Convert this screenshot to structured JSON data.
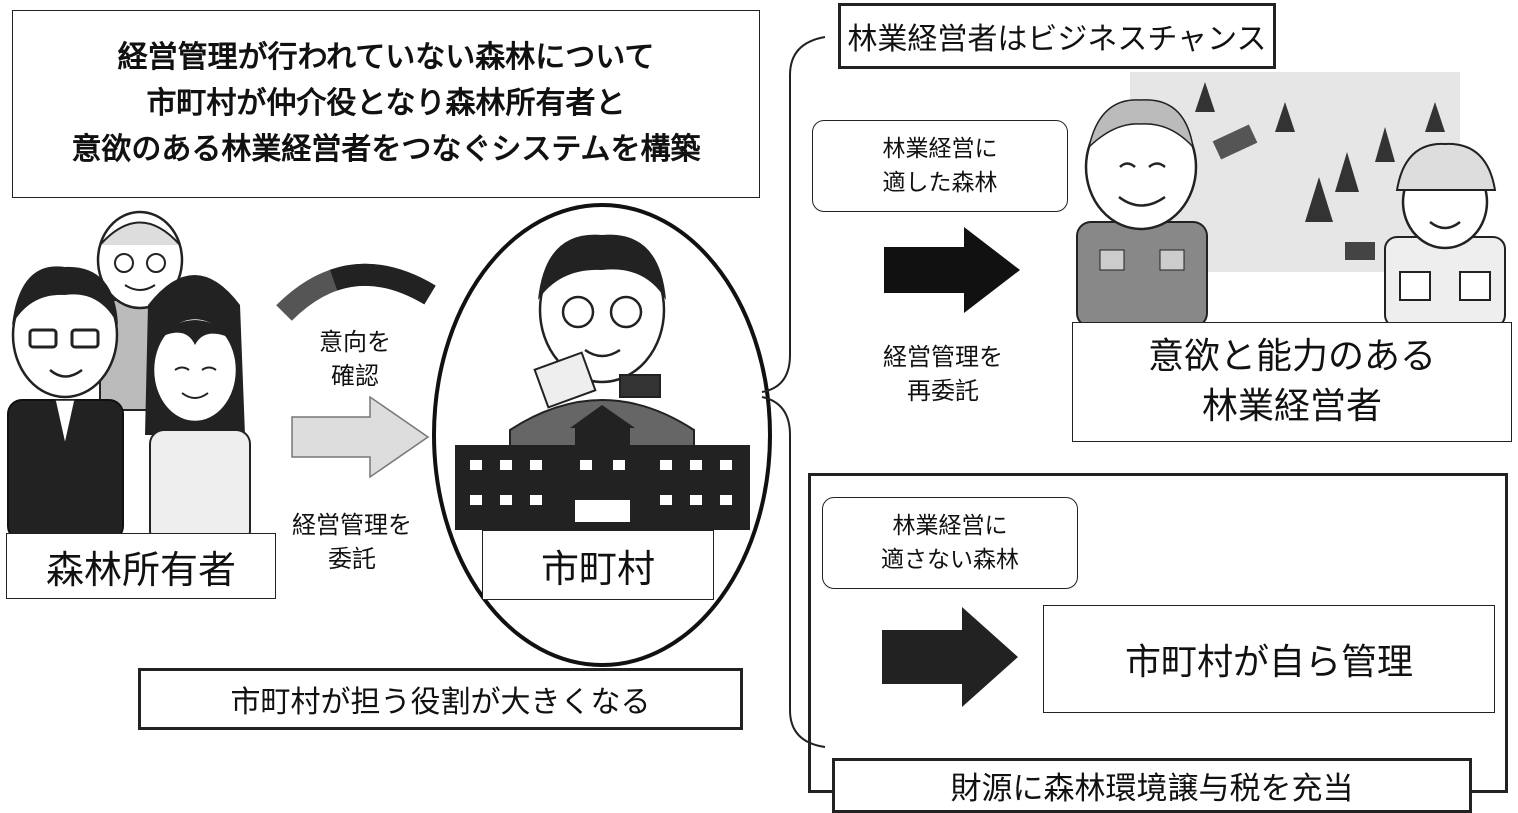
{
  "intro_lines": [
    "経営管理が行われていない森林について",
    "市町村が仲介役となり森林所有者と",
    "意欲のある林業経営者をつなぐシステムを構築"
  ],
  "owners_label": "森林所有者",
  "confirm_label": [
    "意向を",
    "確認"
  ],
  "entrust_label": [
    "経営管理を",
    "委託"
  ],
  "municipality_label": "市町村",
  "role_label": "市町村が担う役割が大きくなる",
  "business_title": "林業経営者はビジネスチャンス",
  "suited_forest": [
    "林業経営に",
    "適した森林"
  ],
  "reentrust_label": [
    "経営管理を",
    "再委託"
  ],
  "operators_label": [
    "意欲と能力のある",
    "林業経営者"
  ],
  "unsuited_forest": [
    "林業経営に",
    "適さない森林"
  ],
  "self_manage_label": "市町村が自ら管理",
  "tax_label": "財源に森林環境譲与税を充当"
}
